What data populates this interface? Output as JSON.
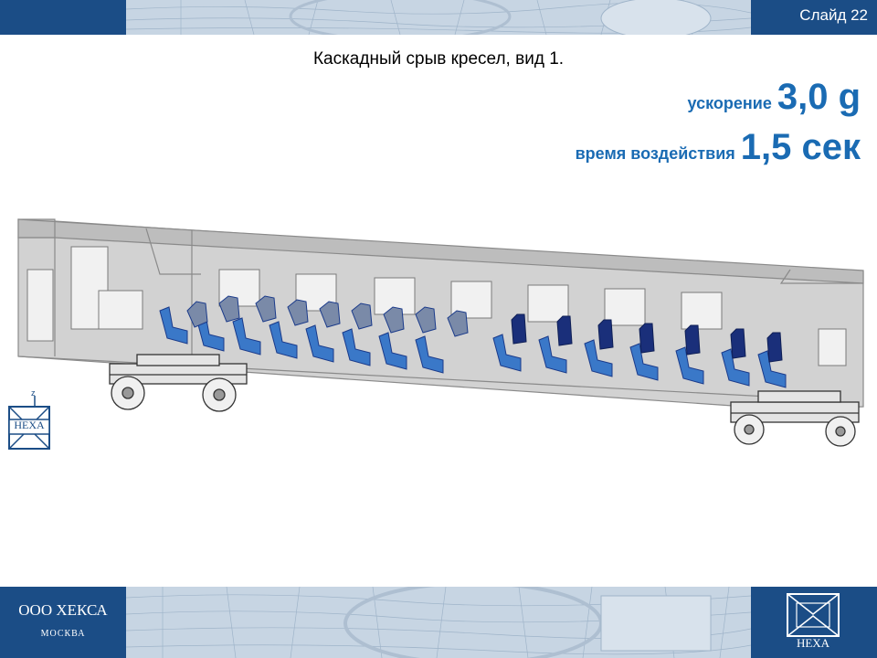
{
  "header": {
    "slide_label": "Слайд 22"
  },
  "title": "Каскадный срыв кресел, вид 1.",
  "params": [
    {
      "label": "ускорение",
      "value": "3,0 g"
    },
    {
      "label": "время воздействия",
      "value": "1,5 сек"
    }
  ],
  "footer": {
    "company": "ООО ХЕКСА",
    "city": "МОСКВА",
    "logo_text": "HEXA"
  },
  "model_logo": {
    "axis_label": "z",
    "text": "HEXA"
  },
  "colors": {
    "brand": "#1b4d86",
    "accent": "#1a6bb3",
    "seat_light": "#3a78c8",
    "seat_dark": "#1a3a8a"
  }
}
